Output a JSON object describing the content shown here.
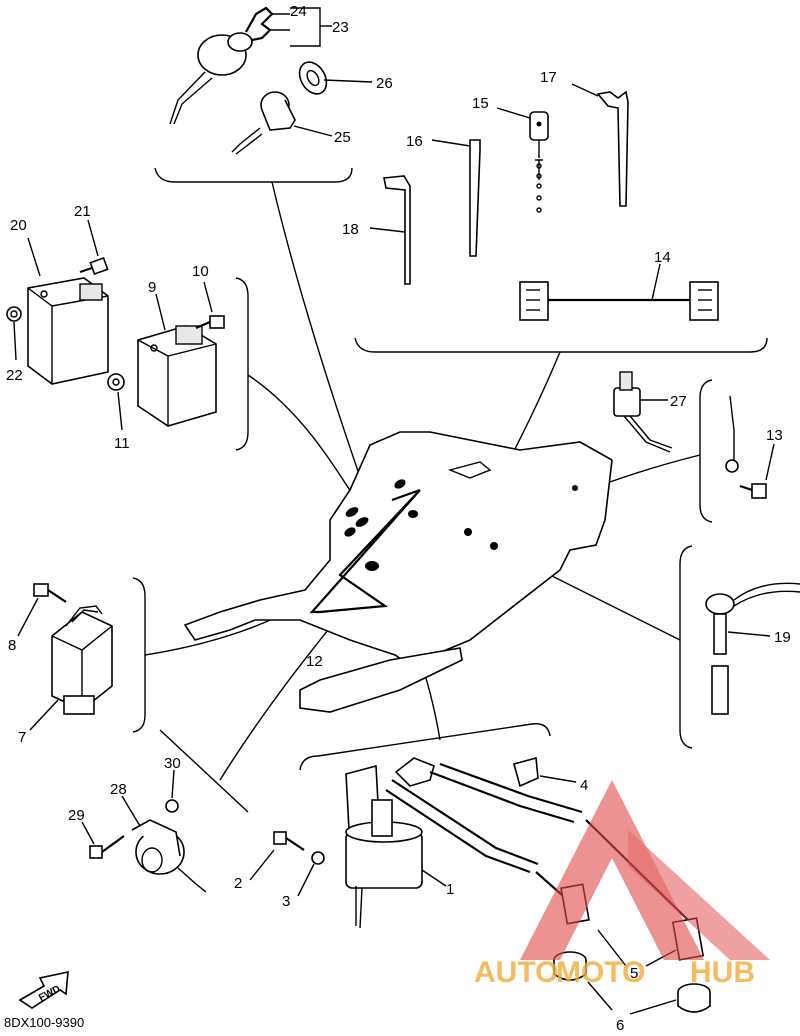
{
  "callouts": {
    "c1": "1",
    "c2": "2",
    "c3": "3",
    "c4": "4",
    "c5": "5",
    "c6": "6",
    "c7": "7",
    "c8": "8",
    "c9": "9",
    "c10": "10",
    "c11": "11",
    "c12": "12",
    "c13": "13",
    "c14": "14",
    "c15": "15",
    "c16": "16",
    "c17": "17",
    "c18": "18",
    "c19": "19",
    "c20": "20",
    "c21": "21",
    "c22": "22",
    "c23": "23",
    "c24": "24",
    "c25": "25",
    "c26": "26",
    "c27": "27",
    "c28": "28",
    "c29": "29",
    "c30": "30"
  },
  "direction_label": "FWD",
  "footer_code": "8DX100-9390",
  "watermark": {
    "part1": "AUTO",
    "part2": "MOTO",
    "part3": "HUB",
    "color_main": "#f5a93a",
    "color_accent": "#e04a4a"
  }
}
